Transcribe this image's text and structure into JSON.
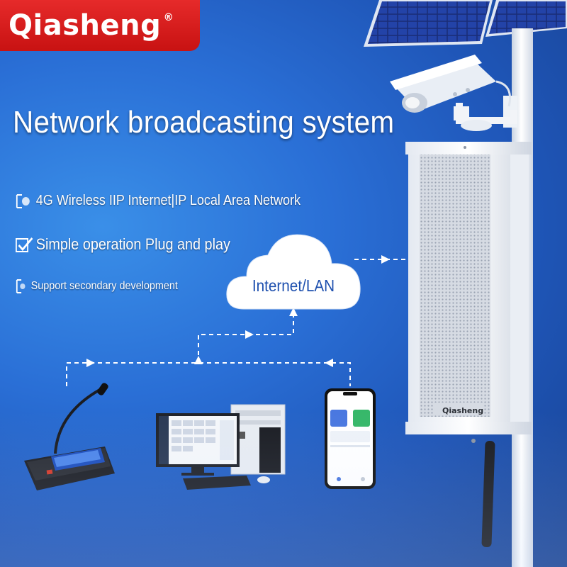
{
  "brand": {
    "logo_text": "Qiasheng",
    "registered": "®",
    "speaker_brand": "Qiasheng",
    "colors": {
      "logo_bar": "#d81b1b",
      "background": "#2a6fd6",
      "cloud_text": "#1d4fae"
    }
  },
  "headline": "Network broadcasting system",
  "features": [
    {
      "icon": "signal-icon",
      "text": "4G Wireless IIP Internet|IP Local Area Network"
    },
    {
      "icon": "checkmark-icon",
      "text": "Simple operation Plug and play"
    },
    {
      "icon": "list-icon",
      "text": "Support secondary development"
    }
  ],
  "cloud": {
    "label": "Internet/LAN",
    "icon": "cloud-icon"
  },
  "devices": [
    "microphone-console",
    "desktop-computer",
    "smartphone",
    "column-speaker",
    "surveillance-camera",
    "solar-panel"
  ]
}
